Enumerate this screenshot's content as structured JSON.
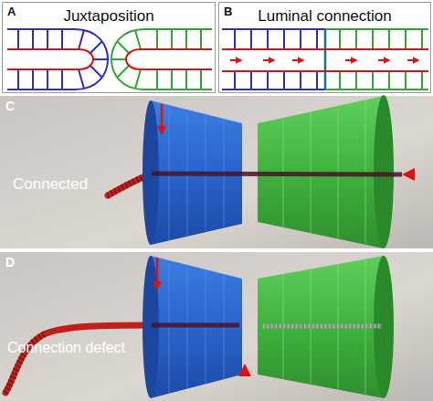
{
  "diagram": {
    "nodes": [
      {
        "text": [
          "A",
          "Juxtaposition"
        ]
      },
      {
        "text": [
          "B",
          "Luminal connection"
        ]
      },
      {
        "text": [
          "C",
          "Connected"
        ]
      },
      {
        "text": [
          "D",
          "Connection defect"
        ]
      }
    ]
  }
}
